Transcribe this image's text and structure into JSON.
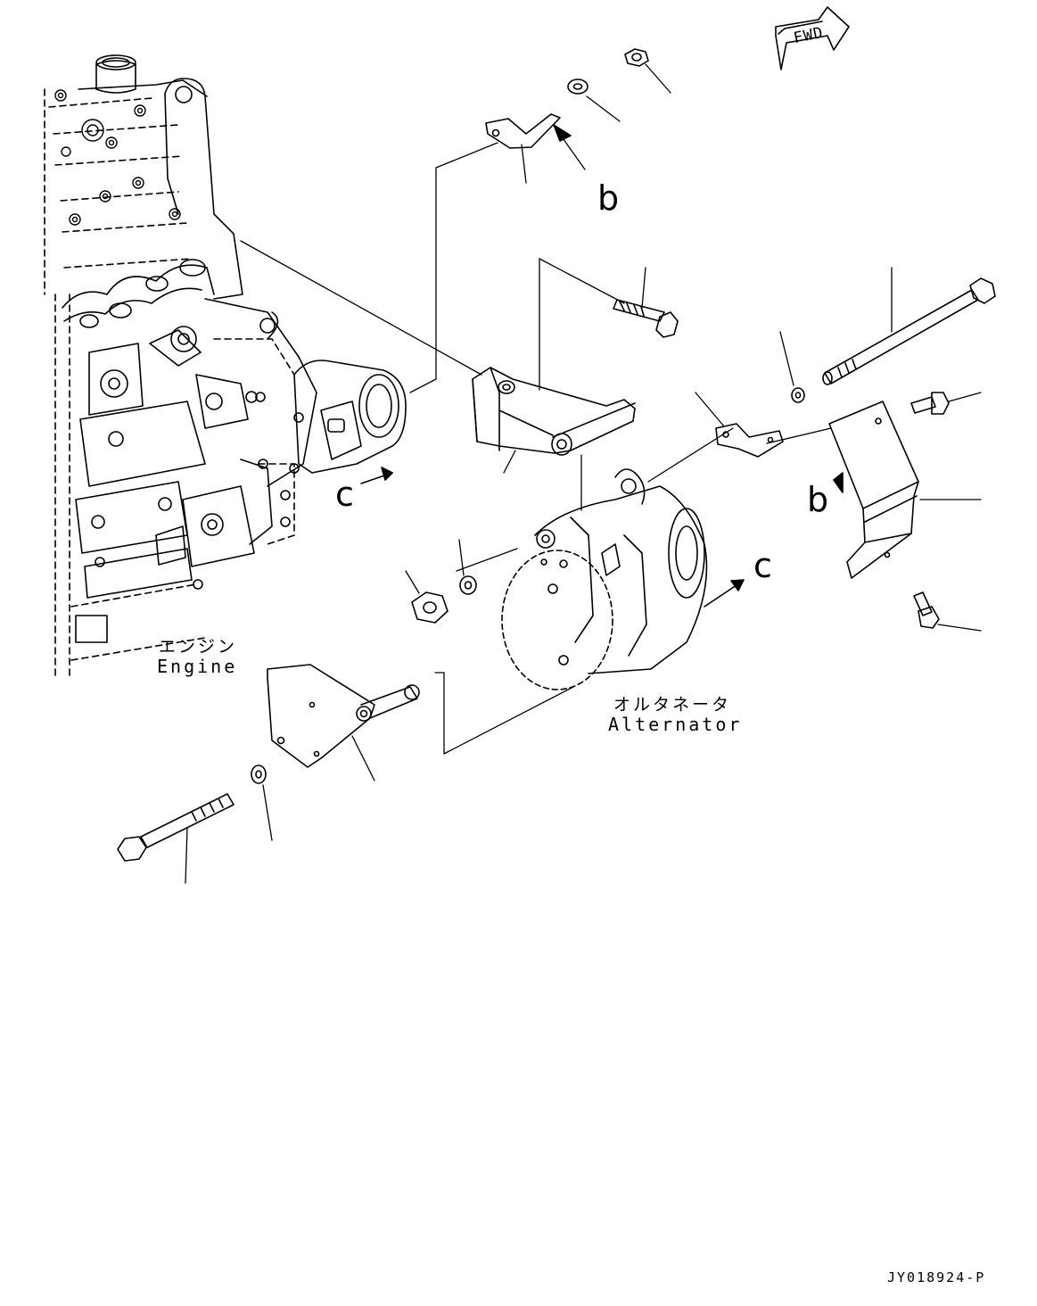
{
  "labels": {
    "fwd": "FWD",
    "engine_jp": "エンジン",
    "engine_en": "Engine",
    "alternator_jp": "オルタネータ",
    "alternator_en": "Alternator",
    "callout_b": "b",
    "callout_c": "c",
    "drawing_code": "JY018924-P"
  }
}
